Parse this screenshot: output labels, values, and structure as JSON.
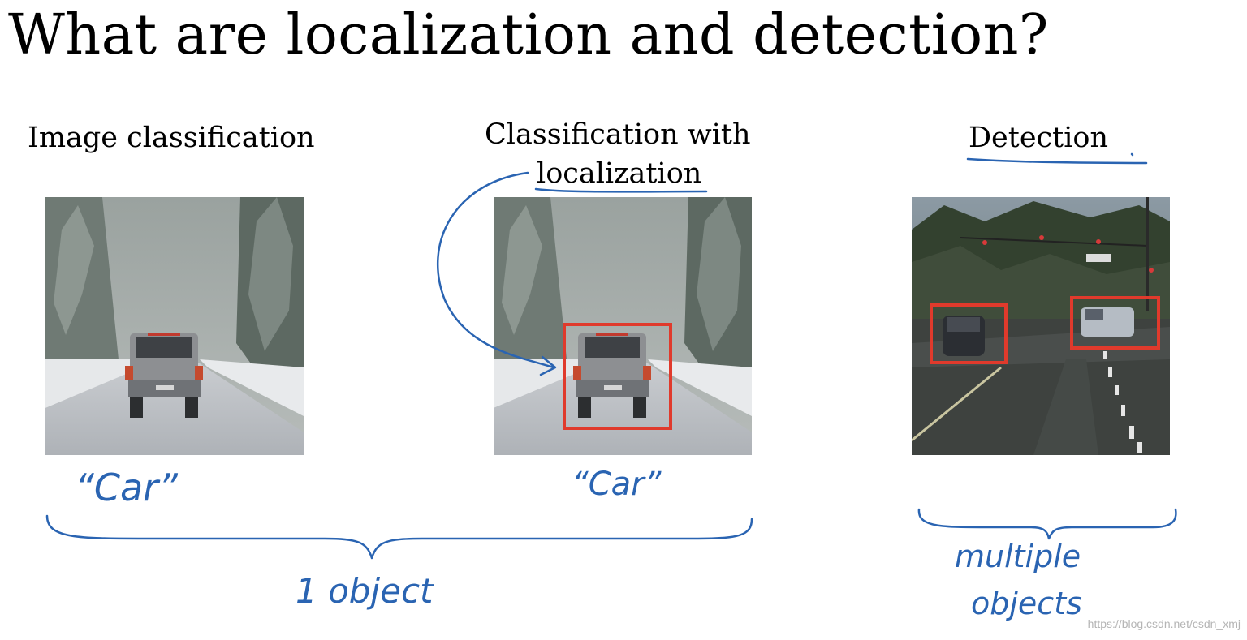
{
  "title": "What are localization and detection?",
  "columns": [
    {
      "heading": "Image classification",
      "note": "“Car”"
    },
    {
      "heading_line1": "Classification with",
      "heading_line2": "localization",
      "note": "“Car”"
    },
    {
      "heading": "Detection"
    }
  ],
  "braces": {
    "left_label": "1 object",
    "right_label_line1": "multiple",
    "right_label_line2": "objects"
  },
  "watermark": "https://blog.csdn.net/csdn_xmj",
  "colors": {
    "ink": "#2a64b2",
    "bbox": "#e03a2c"
  }
}
